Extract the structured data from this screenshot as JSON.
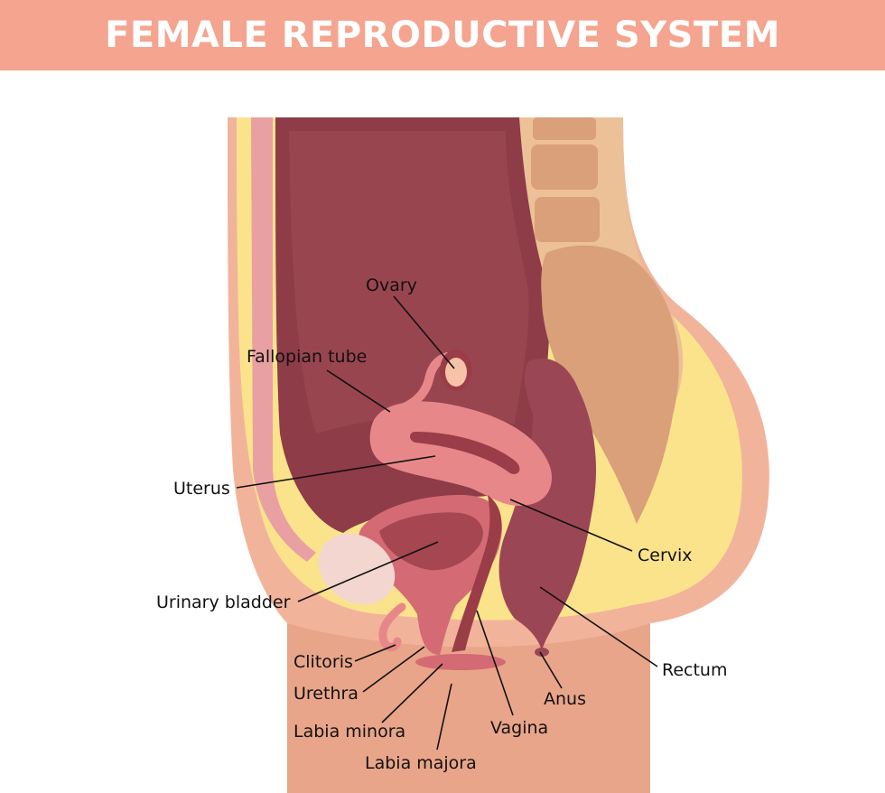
{
  "header": {
    "title": "FEMALE REPRODUCTIVE SYSTEM"
  },
  "colors": {
    "banner": "#f4a48f",
    "skin": "#f2b39b",
    "skin_dark": "#e9a58a",
    "fat": "#fbe38c",
    "cavity": "#8e3c48",
    "cavity_light": "#a24d58",
    "uterus": "#e8878a",
    "uterus_inner": "#9a3d48",
    "bladder": "#d46a73",
    "rectum": "#9b4655",
    "spine": "#d9a07a",
    "spine_light": "#ecc197",
    "muscle": "#e9a0a2",
    "pubic_bone": "#f3d6cf"
  },
  "labels": {
    "ovary": "Ovary",
    "fallopian_tube": "Fallopian tube",
    "uterus": "Uterus",
    "cervix": "Cervix",
    "urinary_bladder": "Urinary bladder",
    "rectum": "Rectum",
    "clitoris": "Clitoris",
    "urethra": "Urethra",
    "anus": "Anus",
    "labia_minora": "Labia minora",
    "vagina": "Vagina",
    "labia_majora": "Labia majora"
  }
}
